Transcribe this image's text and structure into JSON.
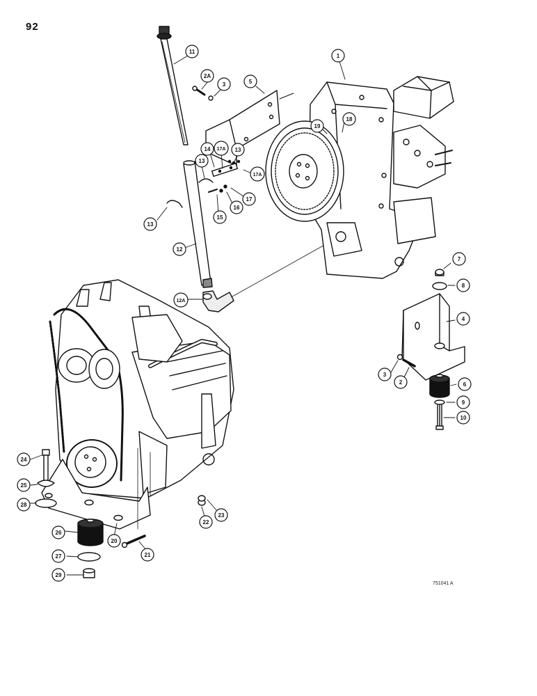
{
  "page_number": "92",
  "figure_code": "751041 A",
  "callouts": [
    {
      "id": "c1",
      "label": "1"
    },
    {
      "id": "c2",
      "label": "2"
    },
    {
      "id": "c2a",
      "label": "2A"
    },
    {
      "id": "c3a",
      "label": "3"
    },
    {
      "id": "c3b",
      "label": "3"
    },
    {
      "id": "c4",
      "label": "4"
    },
    {
      "id": "c5",
      "label": "5"
    },
    {
      "id": "c6",
      "label": "6"
    },
    {
      "id": "c7",
      "label": "7"
    },
    {
      "id": "c8",
      "label": "8"
    },
    {
      "id": "c9",
      "label": "9"
    },
    {
      "id": "c10",
      "label": "10"
    },
    {
      "id": "c11",
      "label": "11"
    },
    {
      "id": "c12",
      "label": "12"
    },
    {
      "id": "c12a",
      "label": "12A"
    },
    {
      "id": "c13a",
      "label": "13"
    },
    {
      "id": "c13b",
      "label": "13"
    },
    {
      "id": "c13c",
      "label": "13"
    },
    {
      "id": "c14",
      "label": "14"
    },
    {
      "id": "c15",
      "label": "15"
    },
    {
      "id": "c16",
      "label": "16"
    },
    {
      "id": "c17",
      "label": "17"
    },
    {
      "id": "c17a",
      "label": "17A"
    },
    {
      "id": "c17b",
      "label": "17A"
    },
    {
      "id": "c18",
      "label": "18"
    },
    {
      "id": "c19",
      "label": "19"
    },
    {
      "id": "c20",
      "label": "20"
    },
    {
      "id": "c21",
      "label": "21"
    },
    {
      "id": "c22",
      "label": "22"
    },
    {
      "id": "c23",
      "label": "23"
    },
    {
      "id": "c24",
      "label": "24"
    },
    {
      "id": "c25",
      "label": "25"
    },
    {
      "id": "c26",
      "label": "26"
    },
    {
      "id": "c27",
      "label": "27"
    },
    {
      "id": "c28",
      "label": "28"
    },
    {
      "id": "c29",
      "label": "29"
    }
  ]
}
